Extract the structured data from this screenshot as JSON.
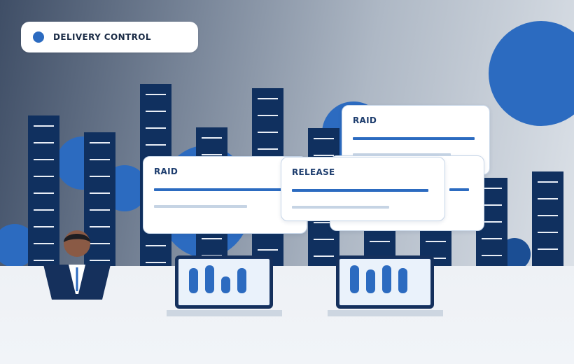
{
  "badge": {
    "label": "DELIVERY CONTROL",
    "icon": "status-dot-icon"
  },
  "cards": {
    "back": {
      "title": "RAID"
    },
    "left": {
      "title": "RAID"
    },
    "front": {
      "title": "RELEASE"
    }
  },
  "colors": {
    "accent": "#2c6bc0",
    "navy": "#10305f",
    "floor": "#eef1f5"
  }
}
